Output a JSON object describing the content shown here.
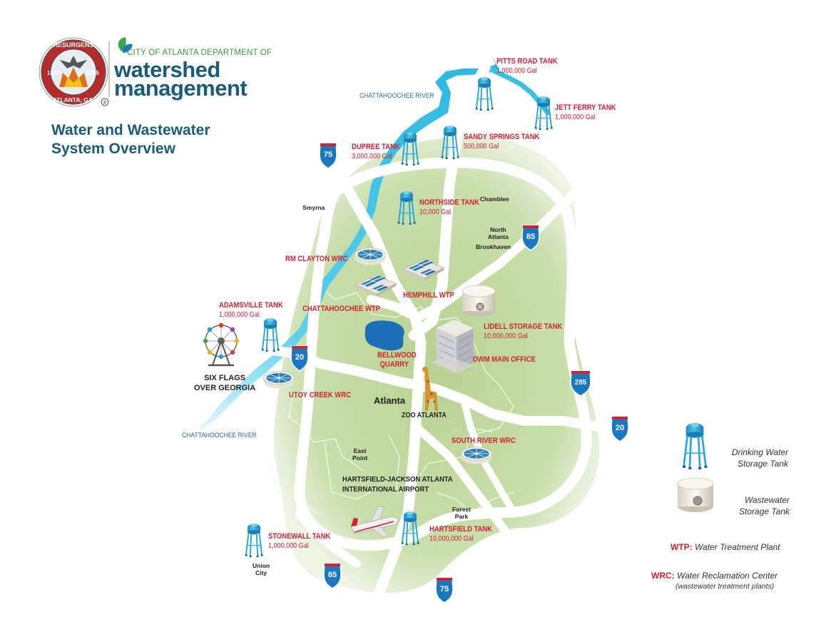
{
  "header": {
    "dept_line": "CITY OF ATLANTA DEPARTMENT OF",
    "dept_name_1": "watershed",
    "dept_name_2": "management",
    "seal_top": "RESURGENS",
    "seal_bottom": "ATLANTA, GA.",
    "seal_year_left": "1847",
    "seal_year_right": "1865",
    "title_1": "Water and Wastewater",
    "title_2": "System Overview"
  },
  "rivers": {
    "north": "CHATTAHOOCHEE RIVER",
    "south": "CHATTAHOOCHEE RIVER"
  },
  "drinking_tanks": [
    {
      "name": "PITTS ROAD TANK",
      "capacity": "1,000,000 Gal"
    },
    {
      "name": "JETT FERRY TANK",
      "capacity": "1,000,000 Gal"
    },
    {
      "name": "DUPREE TANK",
      "capacity": "3,000,000 Gal"
    },
    {
      "name": "SANDY SPRINGS TANK",
      "capacity": "500,000 Gal"
    },
    {
      "name": "NORTHSIDE TANK",
      "capacity": "10,000 Gal"
    },
    {
      "name": "ADAMSVILLE TANK",
      "capacity": "1,000,000 Gal"
    },
    {
      "name": "STONEWALL TANK",
      "capacity": "1,000,000 Gal"
    },
    {
      "name": "HARTSFIELD TANK",
      "capacity": "10,000,000 Gal"
    }
  ],
  "wastewater_tank": {
    "name": "LIDELL STORAGE TANK",
    "capacity": "10,000,000 Gal"
  },
  "facilities": {
    "rm_clayton": "RM CLAYTON WRC",
    "hemphill": "HEMPHILL WTP",
    "chattahoochee_wtp": "CHATTAHOOCHEE WTP",
    "bellwood_1": "BELLWOOD",
    "bellwood_2": "QUARRY",
    "dwm": "DWM MAIN OFFICE",
    "utoy": "UTOY CREEK WRC",
    "south_river": "SOUTH RIVER WRC"
  },
  "places": {
    "smyrna": "Smyrna",
    "chamblee": "Chamblee",
    "north_atlanta_1": "North",
    "north_atlanta_2": "Atlanta",
    "brookhaven": "Brookhaven",
    "atlanta": "Atlanta",
    "zoo": "ZOO ATLANTA",
    "east_point_1": "East",
    "east_point_2": "Point",
    "airport_1": "HARTSFIELD-JACKSON ATLANTA",
    "airport_2": "INTERNATIONAL AIRPORT",
    "forest_park_1": "Forest",
    "forest_park_2": "Park",
    "union_city_1": "Union",
    "union_city_2": "City",
    "six_flags_1": "SIX FLAGS",
    "six_flags_2": "OVER GEORGIA"
  },
  "interstates": {
    "i75_north": "75",
    "i85_north": "85",
    "i20_west": "20",
    "i285": "285",
    "i20_east": "20",
    "i85_south": "85",
    "i75_south": "75"
  },
  "legend": {
    "drinking_1": "Drinking Water",
    "drinking_2": "Storage Tank",
    "waste_1": "Wastewater",
    "waste_2": "Storage Tank",
    "wtp_abbr": "WTP:",
    "wtp_text": "Water Treatment Plant",
    "wrc_abbr": "WRC:",
    "wrc_text": "Water Reclamation Center",
    "wrc_sub": "(wastewater treatment plants)"
  },
  "colors": {
    "land": "#c5dba4",
    "land_edge": "#e4efd6",
    "road": "#ffffff",
    "river": "#3ac0e0",
    "label_red": "#d32232",
    "brand_blue": "#1a5a7a",
    "tank_blue": "#2aa6d8"
  }
}
